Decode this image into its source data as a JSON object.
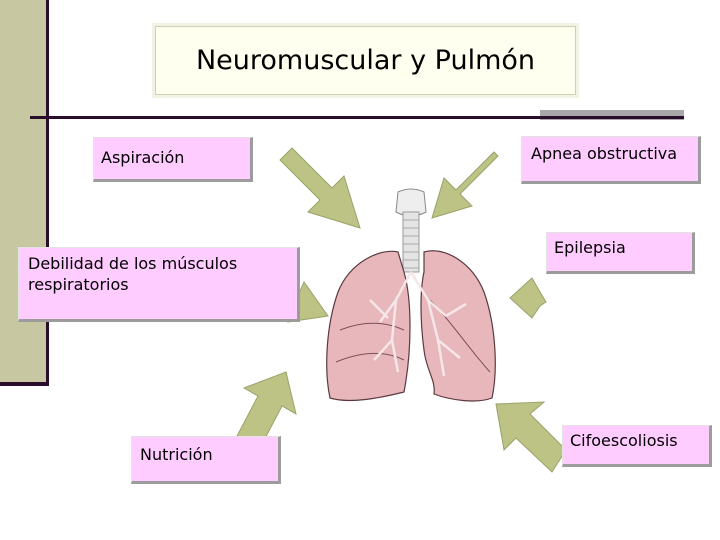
{
  "title": "Neuromuscular y Pulmón",
  "factors": {
    "aspiracion": "Aspiración",
    "debilidad": "Debilidad de los músculos respiratorios",
    "nutricion": "Nutrición",
    "apnea": "Apnea obstructiva",
    "epilepsia": "Epilepsia",
    "cifoescoliosis": "Cifoescoliosis"
  },
  "colors": {
    "label_fill": "#ffccff",
    "arrow_fill": "#bcc384",
    "lung_fill": "#e8b7bc",
    "sidebar": "#c7c7a1",
    "rule": "#2a0d2a"
  },
  "icons": {
    "center": "lungs-illustration",
    "pointers": "arrow"
  }
}
